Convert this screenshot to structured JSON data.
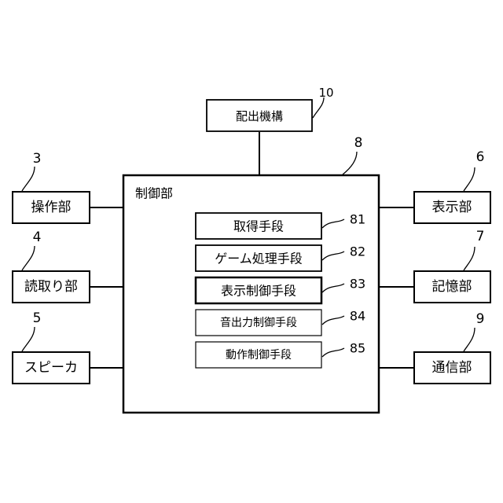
{
  "dispenser": {
    "label": "配出機構",
    "ref": "10"
  },
  "controller": {
    "label": "制御部",
    "ref": "8"
  },
  "functions": [
    {
      "label": "取得手段",
      "ref": "81"
    },
    {
      "label": "ゲーム処理手段",
      "ref": "82"
    },
    {
      "label": "表示制御手段",
      "ref": "83"
    },
    {
      "label": "音出力制御手段",
      "ref": "84"
    },
    {
      "label": "動作制御手段",
      "ref": "85"
    }
  ],
  "left_units": [
    {
      "label": "操作部",
      "ref": "3"
    },
    {
      "label": "読取り部",
      "ref": "4"
    },
    {
      "label": "スピーカ",
      "ref": "5"
    }
  ],
  "right_units": [
    {
      "label": "表示部",
      "ref": "6"
    },
    {
      "label": "記憶部",
      "ref": "7"
    },
    {
      "label": "通信部",
      "ref": "9"
    }
  ]
}
